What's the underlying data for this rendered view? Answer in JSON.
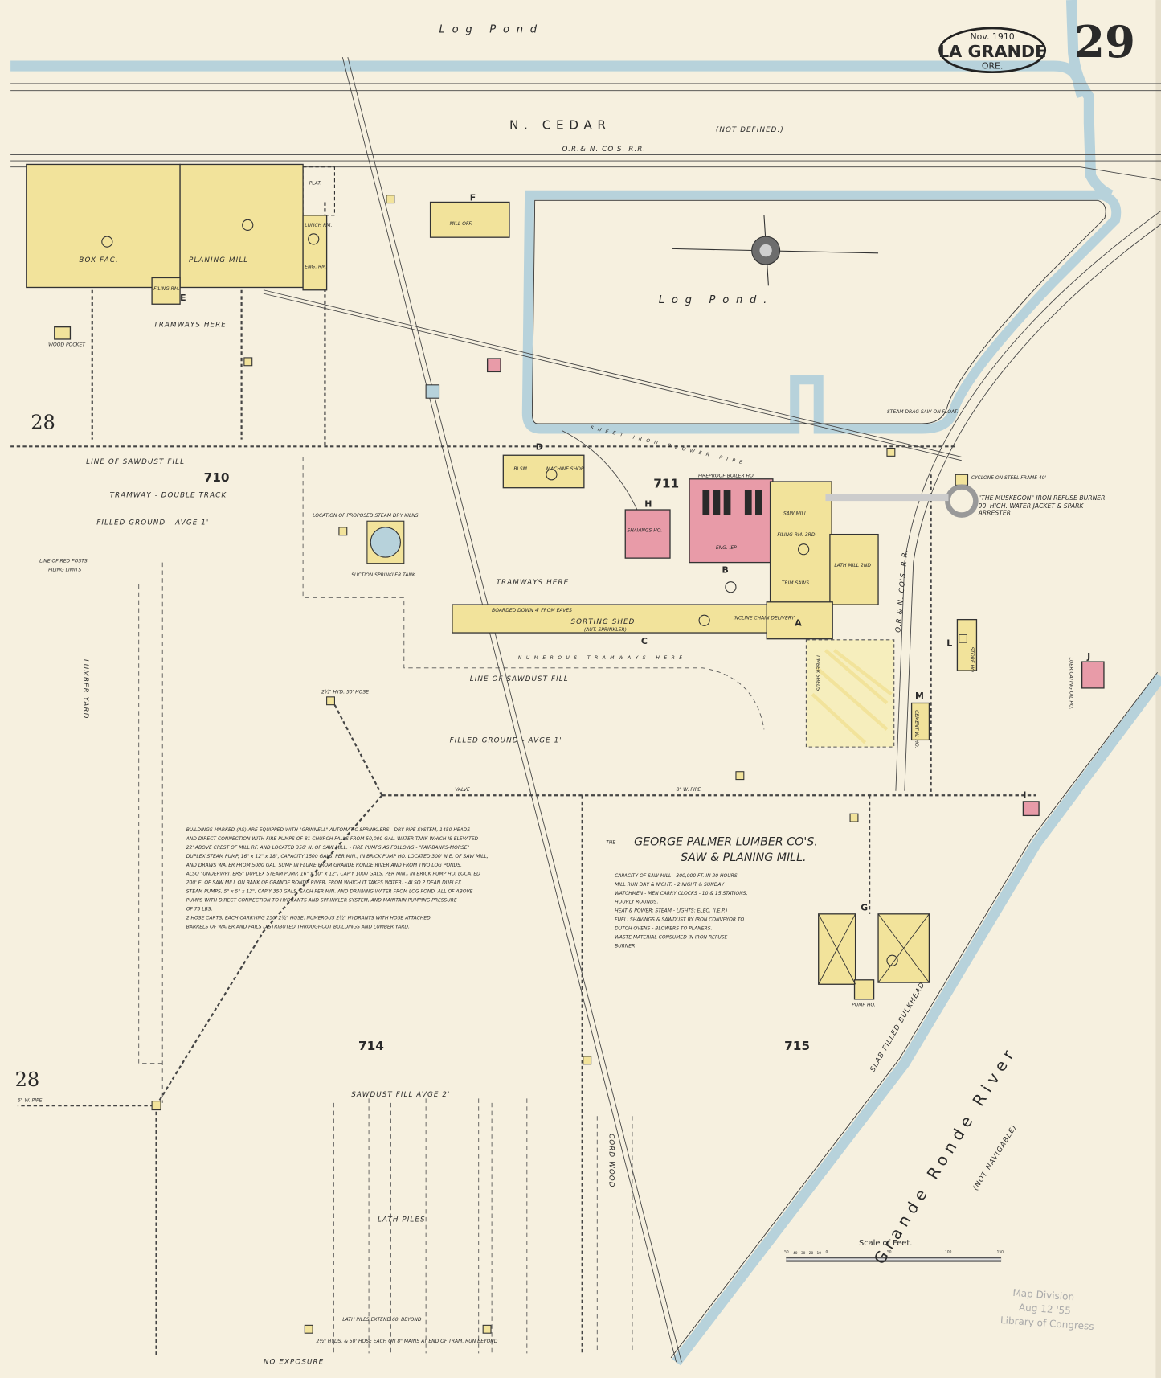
{
  "sheet": {
    "date": "Nov. 1910",
    "city": "LA GRANDE",
    "state": "ORE.",
    "page_number": "29",
    "adjoining_sheets": [
      "28",
      "28"
    ]
  },
  "colors": {
    "paper": "#f6f0df",
    "water": "#b7d2db",
    "frame_building": "#f2e39b",
    "brick_building": "#e89ba8"
  },
  "streets": {
    "log_pond_top": "Log Pond",
    "n_cedar": "N. CEDAR",
    "n_cedar_note": "(NOT DEFINED.)",
    "railroad": "O.R.& N. CO'S. R.R.",
    "railroad_spur": "O.R.& N. CO'S. R.R.",
    "log_pond": "Log Pond.",
    "river": "Grande Ronde River",
    "river_note": "(NOT NAVIGABLE)",
    "slab_filled": "SLAB FILLED BULKHEAD",
    "lumber_yard": "LUMBER YARD"
  },
  "blocks": [
    "710",
    "711",
    "714",
    "715"
  ],
  "buildings": {
    "box_factory": "BOX FAC.",
    "planing_mill": "PLANING MILL",
    "filing_room": "FILING RM.",
    "lunch_room": "LUNCH RM.",
    "eng_room": "ENG. RM.",
    "platform": "PLAT.",
    "mill_office": "MILL OFF.",
    "blacksmith": "BLSM.",
    "machine_shop": "MACHINE SHOP",
    "shavings_house": "SHAVINGS HO.",
    "fireproof_boiler": "FIREPROOF BOILER HO.",
    "engine": "ENG. IEP",
    "saw_mill": "SAW MILL",
    "filing_rm_3": "FILING RM. 3RD",
    "lath_mill": "LATH MILL 2ND",
    "trim_saws": "TRIM SAWS",
    "sorting_shed": "SORTING SHED",
    "sorting_shed_note": "(AUT. SPRINKLER)",
    "boarded": "BOARDED DOWN 4' FROM EAVES",
    "incline": "INCLINE CHAIN DELIVERY",
    "cement_wh": "CEMENT W. HO.",
    "store_ho": "STORE HO.",
    "oil_ho": "LUBRICATING OIL HO.",
    "cyclone": "CYCLONE ON STEEL FRAME 40'",
    "burner": "\"THE MUSKEGON\" IRON REFUSE BURNER 90' HIGH. WATER JACKET & SPARK ARRESTER",
    "steam_drag": "STEAM DRAG SAW ON FLOAT.",
    "sprinkler_tank": "SUCTION SPRINKLER TANK",
    "dry_kilns": "LOCATION OF PROPOSED STEAM DRY KILNS.",
    "lumber_sheds": "TIMBER SHEDS",
    "pump_ho": "PUMP HO.",
    "wood_pocket": "WOOD POCKET",
    "letters": [
      "A",
      "B",
      "C",
      "D",
      "E",
      "F",
      "G",
      "H",
      "I",
      "J",
      "L",
      "M"
    ]
  },
  "annotations": {
    "tramways_1": "TRAMWAYS HERE",
    "tramways_2": "TRAMWAYS HERE",
    "tramways_3": "NUMEROUS TRAMWAYS HERE",
    "tramway_double": "TRAMWAY - DOUBLE TRACK",
    "sawdust_fill_1": "LINE OF SAWDUST FILL",
    "sawdust_fill_2": "LINE OF SAWDUST FILL",
    "filled_ground_1": "FILLED GROUND - AVGE 1'",
    "filled_ground_2": "FILLED GROUND - AVGE 1'",
    "sawdust_fill_3": "SAWDUST FILL AVGE 2'",
    "red_posts": "LINE OF RED POSTS",
    "piling_limits": "PILING LIMITS",
    "lath_piles": "LATH PILES",
    "cord_wood": "CORD WOOD",
    "blower_pipe": "SHEET IRON BLOWER PIPE",
    "pipe_8": "8\" W. PIPE",
    "pipe_6": "6\" W. PIPE",
    "valve": "VALVE",
    "hydrant": "2½\" HYD. 50' HOSE",
    "lath_extend": "LATH PILES EXTEND 60' BEYOND",
    "hyds_note": "2½\" HYDS. & 50' HOSE EACH ON 8\" MAINS AT END OF TRAM. RUN BEYOND",
    "exposure": "NO EXPOSURE"
  },
  "notes": {
    "protection": [
      "BUILDINGS MARKED (AS) ARE EQUIPPED WITH \"GRINNELL\" AUTOMATIC SPRINKLERS - DRY PIPE SYSTEM, 1450 HEADS",
      "AND DIRECT CONNECTION WITH FIRE PUMPS OF 81 CHURCH FALLS FROM 50,000 GAL. WATER TANK WHICH IS ELEVATED",
      "22' ABOVE CREST OF MILL RF. AND LOCATED 350' N. OF SAW MILL. - FIRE PUMPS AS FOLLOWS - \"FAIRBANKS-MORSE\"",
      "DUPLEX STEAM PUMP, 16\" x 12\" x 18\", CAPACITY 1500 GALS. PER MIN., IN BRICK PUMP HO. LOCATED 300' N.E. OF SAW MILL,",
      "AND DRAWS WATER FROM 5000 GAL. SUMP IN FLUME FROM GRANDE RONDE RIVER AND FROM TWO LOG PONDS.",
      "ALSO \"UNDERWRITERS\" DUPLEX STEAM PUMP, 16\" x 10\" x 12\", CAP'Y 1000 GALS. PER MIN., IN BRICK PUMP HO. LOCATED",
      "200' E. OF SAW MILL ON BANK OF GRANDE RONDE RIVER, FROM WHICH IT TAKES WATER. - ALSO 2 DEAN DUPLEX",
      "STEAM PUMPS, 5\" x 5\" x 12\", CAP'Y 350 GALS. EACH PER MIN. AND DRAWING WATER FROM LOG POND. ALL OF ABOVE",
      "PUMPS WITH DIRECT CONNECTION TO HYDRANTS AND SPRINKLER SYSTEM, AND MAINTAIN PUMPING PRESSURE",
      "OF 75 LBS.",
      "2 HOSE CARTS, EACH CARRYING 250' 2½\" HOSE. NUMEROUS 2½\" HYDRANTS WITH HOSE ATTACHED.",
      "BARRELS OF WATER AND PAILS DISTRIBUTED THROUGHOUT BUILDINGS AND LUMBER YARD."
    ]
  },
  "title_block": {
    "the": "THE",
    "line1": "GEORGE PALMER LUMBER CO'S.",
    "line2": "SAW & PLANING MILL.",
    "details": [
      "CAPACITY OF SAW MILL - 300,000 FT. IN 20 HOURS.",
      "MILL RUN DAY & NIGHT. - 2 NIGHT & SUNDAY",
      "WATCHMEN - MEN CARRY CLOCKS - 10 & 15 STATIONS,",
      "HOURLY ROUNDS.",
      "HEAT & POWER: STEAM - LIGHTS: ELEC. (I.E.P.)",
      "FUEL: SHAVINGS & SAWDUST BY IRON CONVEYOR TO",
      "DUTCH OVENS - BLOWERS TO PLANERS.",
      "WASTE MATERIAL CONSUMED IN IRON REFUSE",
      "BURNER"
    ]
  },
  "scale": {
    "title": "Scale of Feet.",
    "ticks": [
      "50",
      "40",
      "30",
      "20",
      "10",
      "0",
      "50",
      "100",
      "150"
    ]
  },
  "stamp": {
    "line1": "Map Division",
    "line2": "Aug 12 '55",
    "line3": "Library of Congress"
  }
}
